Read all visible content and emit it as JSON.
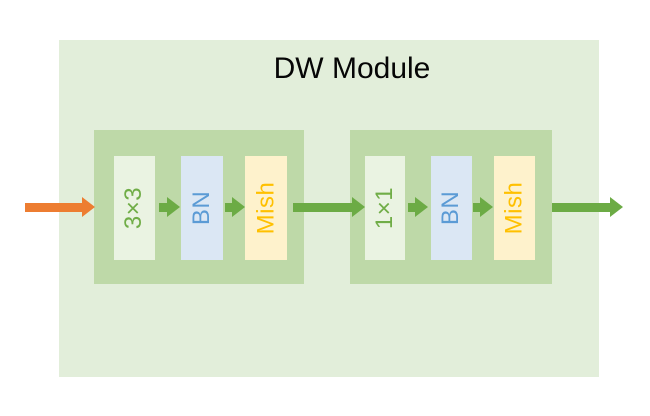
{
  "diagram": {
    "title": "DW Module",
    "blocks": [
      {
        "id": "depthwise-conv-block",
        "ops": [
          {
            "label": "3×3"
          },
          {
            "label": "BN"
          },
          {
            "label": "Mish"
          }
        ]
      },
      {
        "id": "pointwise-conv-block",
        "ops": [
          {
            "label": "1×1"
          },
          {
            "label": "BN"
          },
          {
            "label": "Mish"
          }
        ]
      }
    ],
    "arrows": [
      "input-arrow",
      "arrow-3x3-to-bn",
      "arrow-bn-to-mish-1",
      "arrow-block1-to-block2",
      "arrow-1x1-to-bn",
      "arrow-bn-to-mish-2",
      "output-arrow"
    ]
  },
  "colors": {
    "outer-bg": "#e2eeda",
    "block-bg": "#bed9a8",
    "conv-bg": "#eaf3e2",
    "bn-bg": "#dbe7f4",
    "mish-bg": "#fef2cc",
    "conv-text": "#70ad47",
    "bn-text": "#5b9bd5",
    "mish-text": "#ffc000",
    "arrow-green": "#6cab45",
    "arrow-orange": "#ed7d31",
    "title-color": "#060606"
  }
}
